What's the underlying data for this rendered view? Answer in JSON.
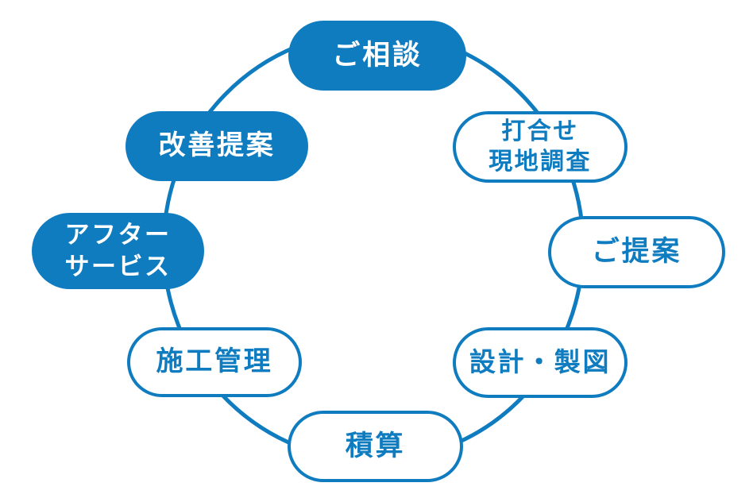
{
  "diagram": {
    "type": "cycle",
    "background_color": "#FFFFFF",
    "accent_color": "#107CC0",
    "filled_node_text_color": "#FFFFFF",
    "nodes": [
      {
        "label": "ご相談",
        "style": "filled"
      },
      {
        "label": "打合せ\n現地調査",
        "style": "outline"
      },
      {
        "label": "ご提案",
        "style": "outline"
      },
      {
        "label": "設計・製図",
        "style": "outline"
      },
      {
        "label": "積算",
        "style": "outline"
      },
      {
        "label": "施工管理",
        "style": "outline"
      },
      {
        "label": "アフター\nサービス",
        "style": "filled"
      },
      {
        "label": "改善提案",
        "style": "filled"
      }
    ]
  }
}
